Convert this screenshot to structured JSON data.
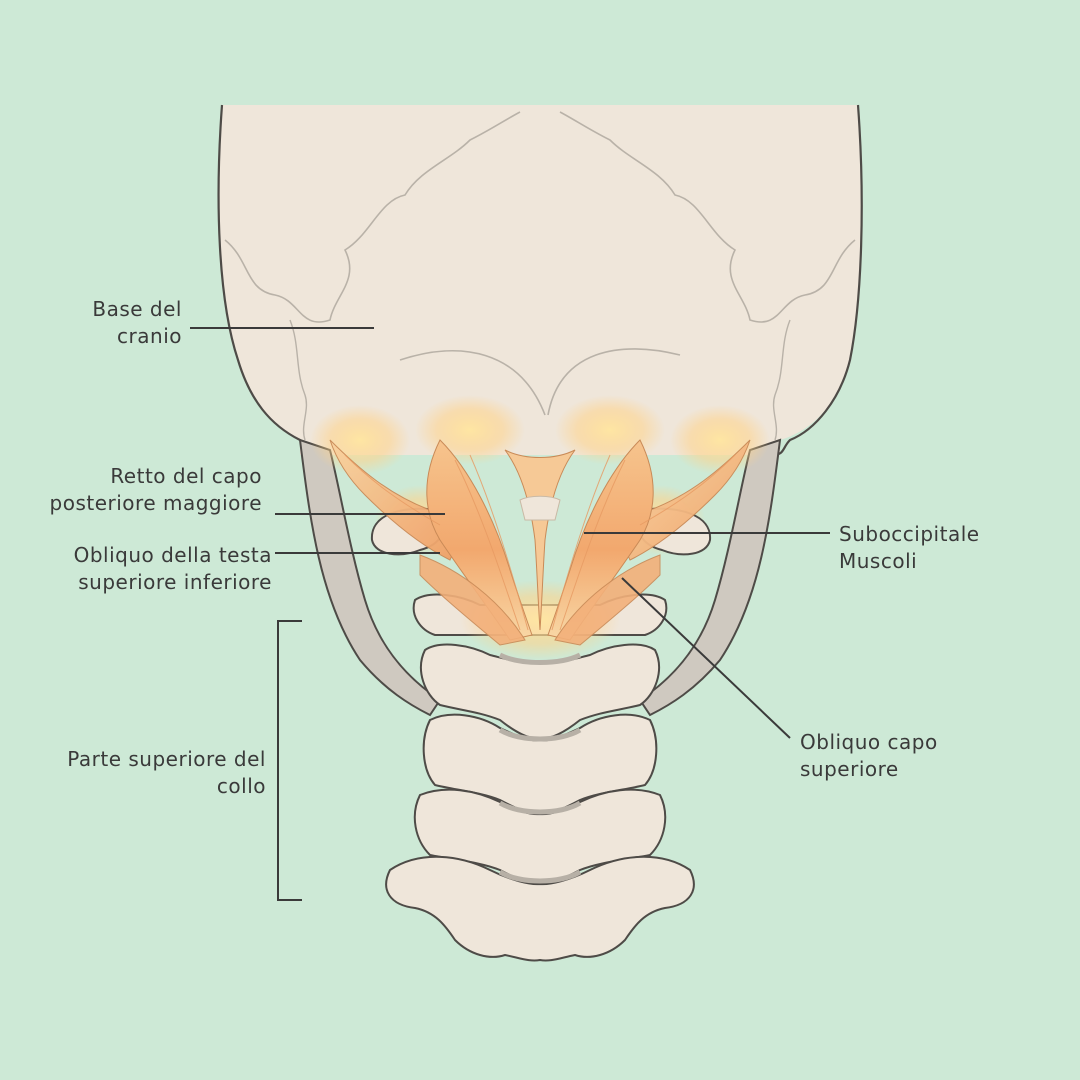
{
  "labels": {
    "skull_base": [
      "Base del",
      "cranio"
    ],
    "rectus_major": [
      "Retto del capo",
      "posteriore maggiore"
    ],
    "oblique_inferior": [
      "Obliquo della testa",
      "superiore inferiore"
    ],
    "upper_neck": [
      "Parte superiore del",
      "collo"
    ],
    "suboccipital": [
      "Suboccipitale",
      "Muscoli"
    ],
    "oblique_superior": [
      "Obliquo capo",
      "superiore"
    ]
  },
  "colors": {
    "background": "#cde9d6",
    "bone": "#efe6da",
    "bone_outline": "#4e4b47",
    "muscle": "#f2b27a",
    "glow": "#ffe09a",
    "ligament": "#cfc9c0",
    "leader_line": "#3a3a3a"
  }
}
